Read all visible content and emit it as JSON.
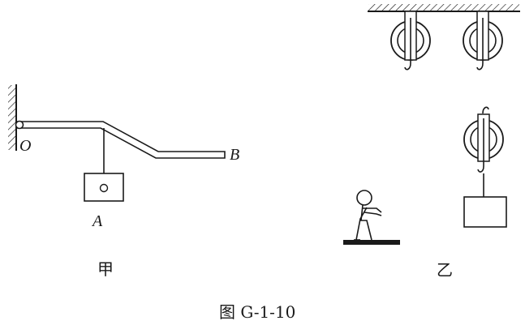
{
  "figure_caption": "图 G-1-10",
  "left_panel": {
    "caption": "甲",
    "pivot_label": "O",
    "end_label": "B",
    "weight_label": "A"
  },
  "right_panel": {
    "caption": "乙"
  }
}
